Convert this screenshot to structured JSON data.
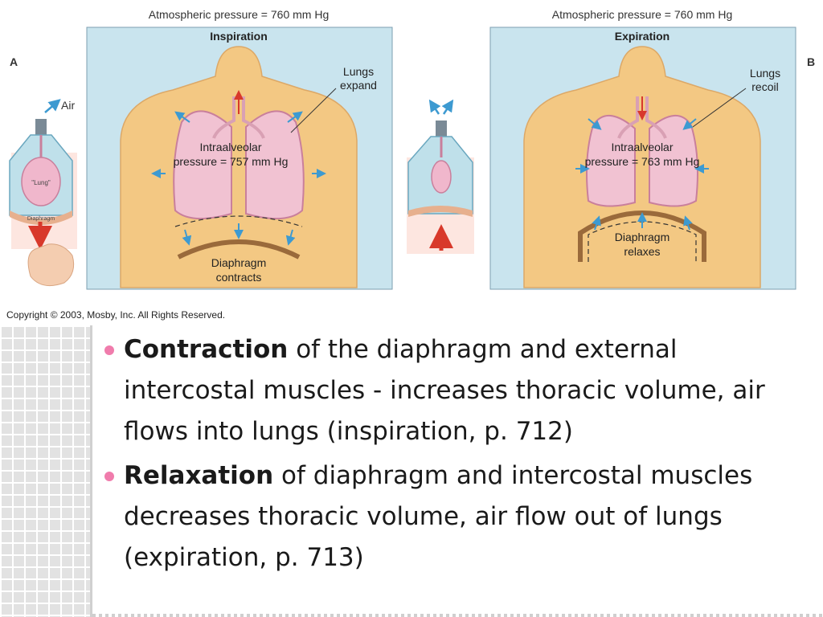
{
  "figure": {
    "left_panel": {
      "letter": "A",
      "atmospheric": "Atmospheric pressure = 760 mm Hg",
      "phase": "Inspiration",
      "lungs_label": [
        "Lungs",
        "expand"
      ],
      "pressure_label": [
        "Intraalveolar",
        "pressure = 757 mm Hg"
      ],
      "diaphragm_label": [
        "Diaphragm",
        "contracts"
      ]
    },
    "right_panel": {
      "letter": "B",
      "atmospheric": "Atmospheric pressure = 760 mm Hg",
      "phase": "Expiration",
      "lungs_label": [
        "Lungs",
        "recoil"
      ],
      "pressure_label": [
        "Intraalveolar",
        "pressure = 763 mm Hg"
      ],
      "diaphragm_label": [
        "Diaphragm",
        "relaxes"
      ]
    },
    "jar_model": {
      "air_label": "Air",
      "lung_label": "\"Lung\"",
      "diaphragm_label": "Diaphragm"
    },
    "copyright": "Copyright © 2003, Mosby, Inc. All Rights Reserved."
  },
  "bullets": [
    {
      "term": "Contraction",
      "text": " of the diaphragm and external intercostal muscles - increases thoracic volume, air flows into lungs (inspiration, p. 712)"
    },
    {
      "term": "Relaxation",
      "text": " of diaphragm and intercostal muscles decreases thoracic volume, air flow out of lungs (expiration, p. 713)"
    }
  ],
  "colors": {
    "panel_bg": "#c9e4ee",
    "skin": "#f3c883",
    "lung_fill": "#f1c2d2",
    "lung_stroke": "#c97f9c",
    "diaphragm": "#9a6a3b",
    "arrow_blue": "#3d9ad1",
    "arrow_red": "#d8392b",
    "bullet": "#f07cac"
  }
}
